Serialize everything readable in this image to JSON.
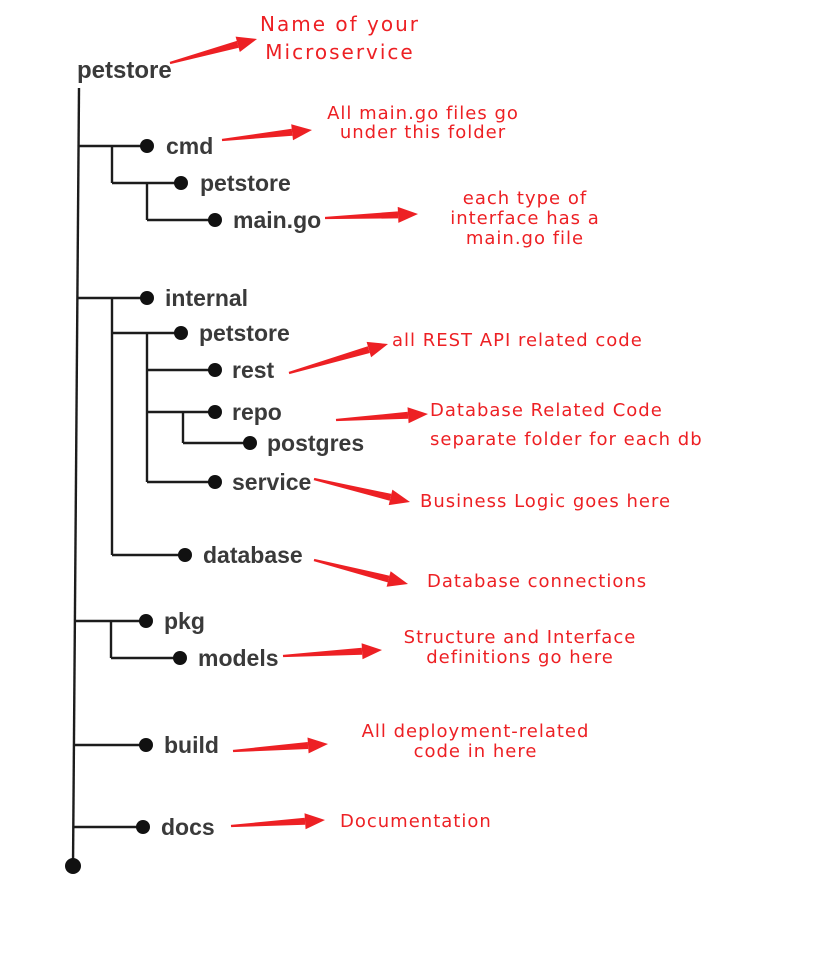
{
  "page": {
    "background": "#ffffff"
  },
  "colors": {
    "tree_line": "#1c1c1c",
    "node_dot": "#111111",
    "node_label": "#3a3a3a",
    "annotation_red": "#ed2024"
  },
  "tree": {
    "root_label": "petstore",
    "nodes": [
      {
        "id": "cmd",
        "label": "cmd",
        "depth": 1
      },
      {
        "id": "cmd-petstore",
        "label": "petstore",
        "depth": 2
      },
      {
        "id": "main-go",
        "label": "main.go",
        "depth": 3
      },
      {
        "id": "internal",
        "label": "internal",
        "depth": 1
      },
      {
        "id": "internal-petstore",
        "label": "petstore",
        "depth": 2
      },
      {
        "id": "rest",
        "label": "rest",
        "depth": 3
      },
      {
        "id": "repo",
        "label": "repo",
        "depth": 3
      },
      {
        "id": "postgres",
        "label": "postgres",
        "depth": 4
      },
      {
        "id": "service",
        "label": "service",
        "depth": 3
      },
      {
        "id": "database",
        "label": "database",
        "depth": 2
      },
      {
        "id": "pkg",
        "label": "pkg",
        "depth": 1
      },
      {
        "id": "models",
        "label": "models",
        "depth": 2
      },
      {
        "id": "build",
        "label": "build",
        "depth": 1
      },
      {
        "id": "docs",
        "label": "docs",
        "depth": 1
      }
    ]
  },
  "annotations": [
    {
      "id": "root-note",
      "target": "petstore",
      "lines": [
        "Name of your",
        "Microservice"
      ]
    },
    {
      "id": "cmd-note",
      "target": "cmd",
      "lines": [
        "All main.go files go",
        "under this folder"
      ]
    },
    {
      "id": "main-go-note",
      "target": "main.go",
      "lines": [
        "each type of",
        "interface has a",
        "main.go file"
      ]
    },
    {
      "id": "rest-note",
      "target": "rest",
      "lines": [
        "all REST API related code"
      ]
    },
    {
      "id": "repo-note",
      "target": "repo",
      "lines": [
        "Database Related Code",
        "separate folder for each db"
      ]
    },
    {
      "id": "service-note",
      "target": "service",
      "lines": [
        "Business Logic goes here"
      ]
    },
    {
      "id": "database-note",
      "target": "database",
      "lines": [
        "Database connections"
      ]
    },
    {
      "id": "models-note",
      "target": "models",
      "lines": [
        "Structure and Interface",
        "definitions go here"
      ]
    },
    {
      "id": "build-note",
      "target": "build",
      "lines": [
        "All deployment-related",
        "code in here"
      ]
    },
    {
      "id": "docs-note",
      "target": "docs",
      "lines": [
        "Documentation"
      ]
    }
  ]
}
